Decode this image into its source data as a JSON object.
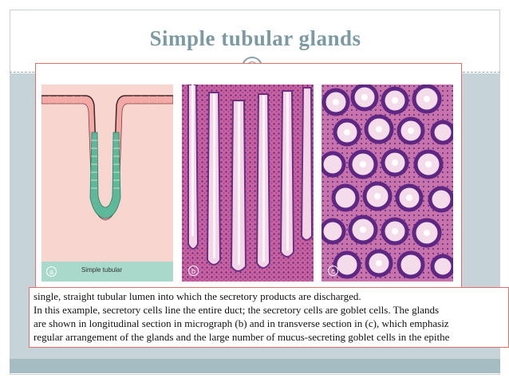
{
  "slide": {
    "title": "Simple tubular glands"
  },
  "figure": {
    "panels": [
      {
        "letter": "a",
        "caption": "Simple tubular",
        "icon": "gland-diagram-icon"
      },
      {
        "letter": "b",
        "icon": "longitudinal-micrograph-icon"
      },
      {
        "letter": "c",
        "icon": "transverse-micrograph-icon"
      }
    ]
  },
  "body_text": {
    "lines": [
      "single, straight tubular lumen into which the secretory products are discharged.",
      " In this example, secretory cells line the entire duct; the secretory cells are goblet cells. The glands",
      " are shown in longitudinal section in micrograph (b) and in transverse section in (c), which emphasiz",
      "regular arrangement of the glands and the large number of mucus-secreting goblet cells in the epithe"
    ]
  },
  "colors": {
    "title": "#7b9aa3",
    "band": "#c6d3d8",
    "box_border": "#e0706a"
  }
}
